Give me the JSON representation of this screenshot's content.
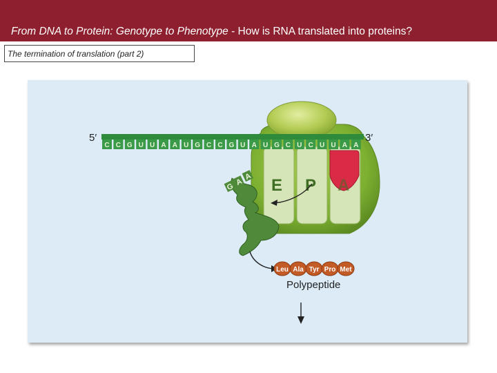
{
  "header": {
    "title_prefix": "From DNA to Protein: Genotype to Phenotype",
    "title_suffix": " - How is RNA translated into proteins?",
    "background_color": "#8d1f2e"
  },
  "caption": {
    "text": "The termination of translation (part 2)"
  },
  "figure": {
    "background_color": "#dcebf6",
    "mrna": {
      "five_prime_label": "5′",
      "three_prime_label": "3′",
      "bases": [
        "C",
        "C",
        "G",
        "U",
        "U",
        "A",
        "A",
        "U",
        "G",
        "C",
        "C",
        "G",
        "U",
        "A",
        "U",
        "G",
        "C",
        "U",
        "C",
        "U",
        "U",
        "A",
        "A"
      ]
    },
    "ribosome": {
      "site_labels": [
        "E",
        "P",
        "A"
      ]
    },
    "trna_anticodon": [
      "G",
      "A",
      "A"
    ],
    "polypeptide": {
      "amino_acids": [
        "Leu",
        "Ala",
        "Tyr",
        "Pro",
        "Met"
      ],
      "label": "Polypeptide"
    }
  }
}
